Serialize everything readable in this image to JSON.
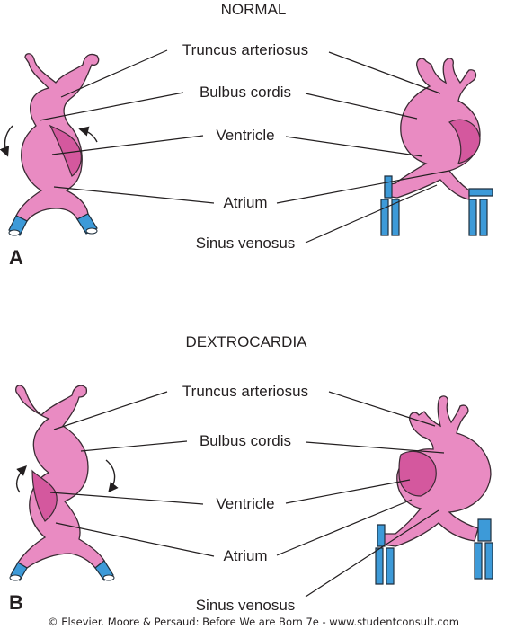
{
  "figure": {
    "normal_title": "NORMAL",
    "dextro_title": "DEXTROCARDIA",
    "panel_a": "A",
    "panel_b": "B",
    "labels": {
      "truncus": "Truncus arteriosus",
      "bulbus": "Bulbus cordis",
      "ventricle": "Ventricle",
      "atrium": "Atrium",
      "sinus": "Sinus venosus"
    },
    "credit": "© Elsevier. Moore & Persaud: Before We are Born 7e - www.studentconsult.com"
  },
  "colors": {
    "heart": "#e98bc2",
    "heart_shade": "#d4589e",
    "veins": "#3d9ad8"
  }
}
